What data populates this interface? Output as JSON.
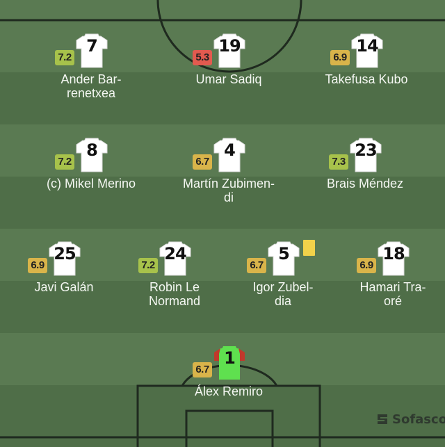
{
  "rating_colors": {
    "high": "#a7c24b",
    "mid": "#d9b44a",
    "low": "#e35a4f"
  },
  "card_color": "#f2d24a",
  "players": [
    {
      "number": "7",
      "rating": "7.2",
      "rating_level": "high",
      "name_lines": [
        "Ander Bar-",
        "renetxea"
      ],
      "shirt": "outfield"
    },
    {
      "number": "19",
      "rating": "5.3",
      "rating_level": "low",
      "name_lines": [
        "Umar Sadiq"
      ],
      "shirt": "outfield"
    },
    {
      "number": "14",
      "rating": "6.9",
      "rating_level": "mid",
      "name_lines": [
        "Takefusa Kubo"
      ],
      "shirt": "outfield"
    },
    {
      "number": "8",
      "rating": "7.2",
      "rating_level": "high",
      "name_lines": [
        "(c) Mikel Merino"
      ],
      "shirt": "outfield"
    },
    {
      "number": "4",
      "rating": "6.7",
      "rating_level": "mid",
      "name_lines": [
        "Martín Zubimen-",
        "di"
      ],
      "shirt": "outfield"
    },
    {
      "number": "23",
      "rating": "7.3",
      "rating_level": "high",
      "name_lines": [
        "Brais Méndez"
      ],
      "shirt": "outfield"
    },
    {
      "number": "25",
      "rating": "6.9",
      "rating_level": "mid",
      "name_lines": [
        "Javi Galán"
      ],
      "shirt": "outfield"
    },
    {
      "number": "24",
      "rating": "7.2",
      "rating_level": "high",
      "name_lines": [
        "Robin Le",
        "Normand"
      ],
      "shirt": "outfield"
    },
    {
      "number": "5",
      "rating": "6.7",
      "rating_level": "mid",
      "name_lines": [
        "Igor Zubel-",
        "dia"
      ],
      "shirt": "outfield",
      "yellow_card": true
    },
    {
      "number": "18",
      "rating": "6.9",
      "rating_level": "mid",
      "name_lines": [
        "Hamari Tra-",
        "oré"
      ],
      "shirt": "outfield"
    },
    {
      "number": "1",
      "rating": "6.7",
      "rating_level": "mid",
      "name_lines": [
        "Álex Remiro"
      ],
      "shirt": "goalkeeper"
    }
  ],
  "watermark": {
    "icon": "sofascore-logo-icon",
    "text": "Sofasco"
  }
}
